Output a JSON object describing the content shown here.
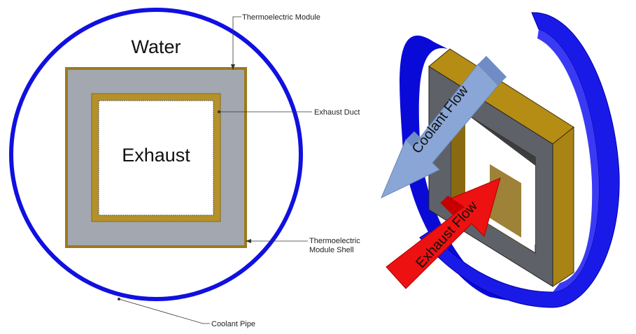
{
  "schematic": {
    "region_labels": {
      "water": "Water",
      "exhaust": "Exhaust"
    },
    "callouts": {
      "thermoelectric_module": "Thermoelectric Module",
      "exhaust_duct": "Exhaust Duct",
      "module_shell_line1": "Thermoelectric",
      "module_shell_line2": "Module Shell",
      "coolant_pipe": "Coolant Pipe"
    }
  },
  "isometric": {
    "coolant_flow_label": "Coolant Flow",
    "exhaust_flow_label": "Exhaust Flow"
  },
  "colors": {
    "coolant_pipe": "#1010e0",
    "module_shell": "#9c7a1c",
    "module_fill": "#a3a7b0",
    "coolant_arrow": "#8aa6d6",
    "exhaust_arrow": "#ee1111"
  }
}
